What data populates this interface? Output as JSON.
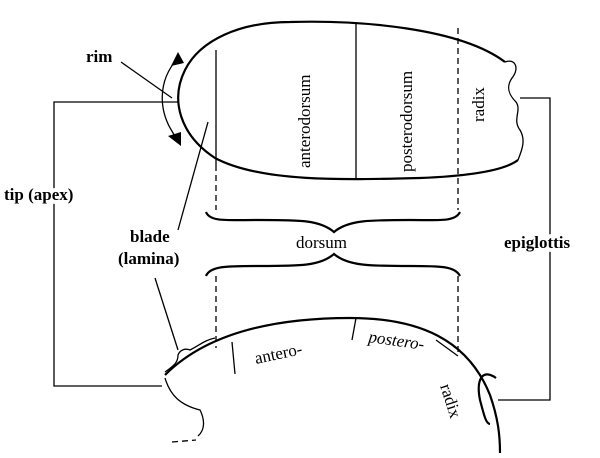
{
  "labels": {
    "rim": "rim",
    "tip": "tip (apex)",
    "blade_line1": "blade",
    "blade_line2": "(lamina)",
    "dorsum": "dorsum",
    "epiglottis": "epiglottis",
    "anterodorsum": "anterodorsum",
    "posterodorsum": "posterodorsum",
    "radix_top": "radix",
    "antero": "antero-",
    "postero": "postero-",
    "radix_bottom": "radix"
  }
}
